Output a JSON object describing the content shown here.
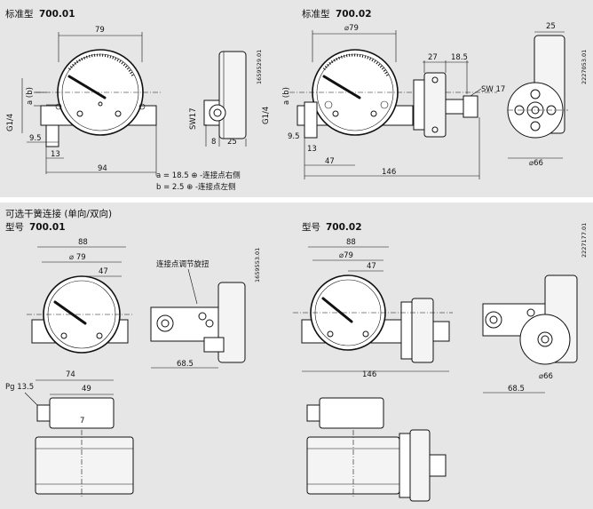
{
  "panels": {
    "top": {
      "left_title_label": "标准型",
      "left_title_model": "700.01",
      "right_title_label": "标准型",
      "right_title_model": "700.02"
    },
    "bottom": {
      "heading": "可选干簧连接 (单向/双向)",
      "left_title_label": "型号",
      "left_title_model": "700.01",
      "right_title_label": "型号",
      "right_title_model": "700.02",
      "adjust_label": "连接点调节旋扭"
    }
  },
  "notes": {
    "a_line": "a = 18.5 ⊕ -连接点右侧",
    "b_line": "b =  2.5 ⊕ -连接点左侧"
  },
  "codes": {
    "top_left": "1659529.01",
    "top_right": "2227053.01",
    "bottom_left": "1659553.01",
    "bottom_right": "2227177.01"
  },
  "dims": {
    "d79": "79",
    "phi79": "⌀79",
    "a_b": "a (b)",
    "g14": "G1/4",
    "n9_5": "9.5",
    "n13": "13",
    "n94": "94",
    "sw17": "SW17",
    "sw17b": "SW 17",
    "n8": "8",
    "n25": "25",
    "n27": "27",
    "n18_5": "18.5",
    "n47": "47",
    "n146": "146",
    "phi66": "⌀66",
    "n88": "88",
    "phi79b": "⌀ 79",
    "n68_5": "68.5",
    "n74": "74",
    "n49": "49",
    "pg13_5": "Pg 13.5",
    "n7": "7"
  }
}
